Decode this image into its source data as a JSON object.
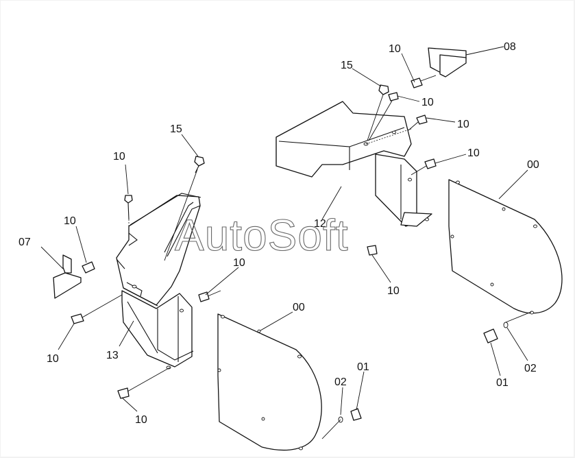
{
  "watermark": "AutoSoft",
  "callouts": {
    "c07": "07",
    "c10_a": "10",
    "c10_b": "10",
    "c15_a": "15",
    "c13": "13",
    "c10_c": "10",
    "c10_d": "10",
    "c10_e": "10",
    "c00_a": "00",
    "c02_a": "02",
    "c01_a": "01",
    "c15_b": "15",
    "c10_f": "10",
    "c08": "08",
    "c10_g": "10",
    "c10_h": "10",
    "c10_i": "10",
    "c12": "12",
    "c10_j": "10",
    "c00_b": "00",
    "c01_b": "01",
    "c02_b": "02"
  },
  "colors": {
    "line": "#111111",
    "background": "#ffffff",
    "watermark": "#666666"
  }
}
